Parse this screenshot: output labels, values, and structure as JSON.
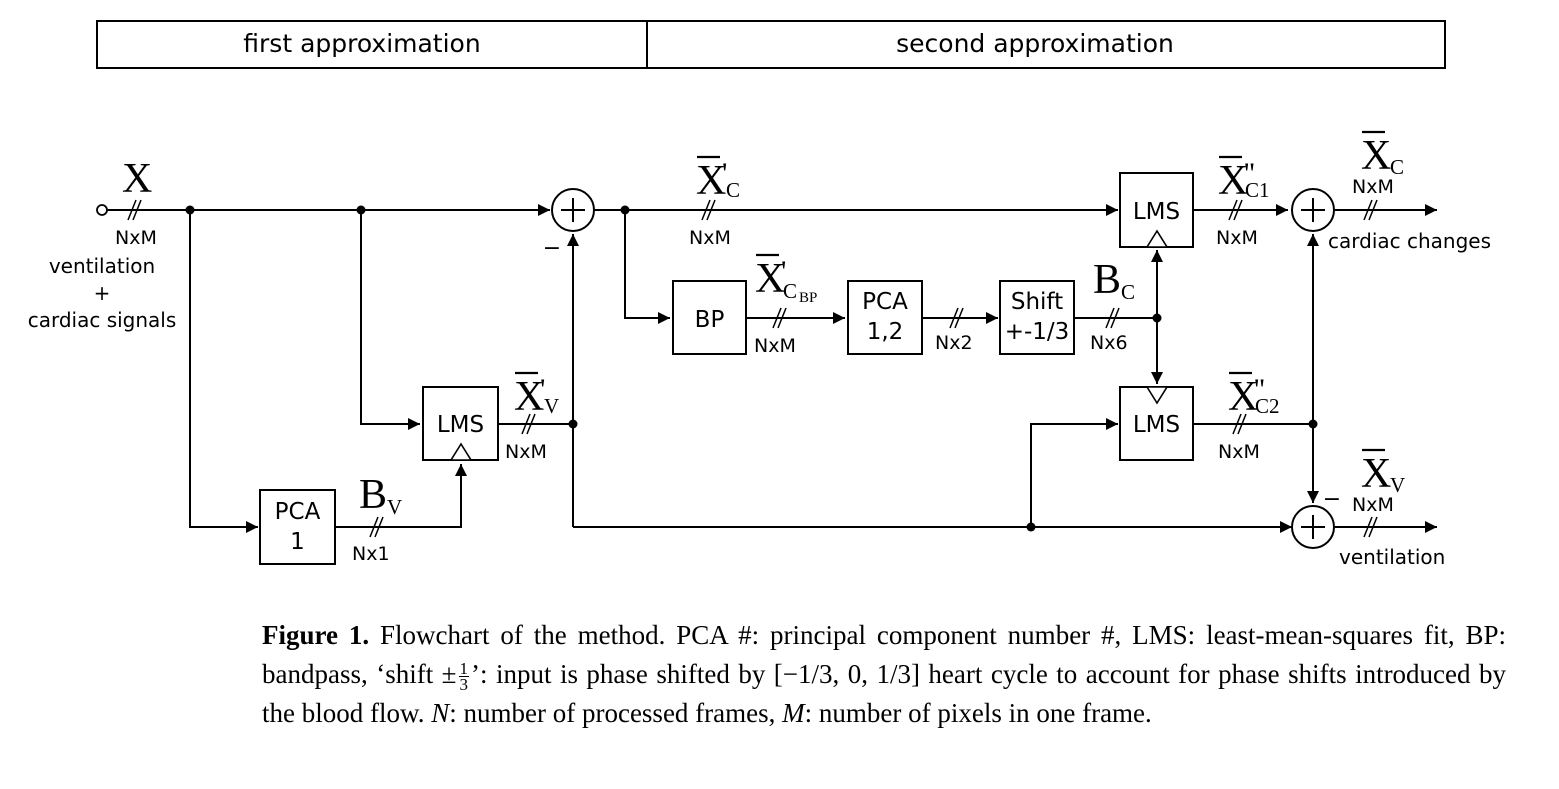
{
  "header": {
    "first": "first approximation",
    "second": "second approximation"
  },
  "signals": {
    "X": "X",
    "Xc_prime": "X",
    "Xc_prime_sup": "'",
    "Xc_prime_sub": "C",
    "Xc_bp": "X",
    "Xc_bp_sup": "'",
    "Xc_bp_sub": "C",
    "Xc_bp_subsub": "BP",
    "Bc": "B",
    "Bc_sub": "C",
    "Xv_prime": "X",
    "Xv_prime_sup": "'",
    "Xv_prime_sub": "V",
    "Bv": "B",
    "Bv_sub": "V",
    "Xc1": "X",
    "Xc1_sup": "''",
    "Xc1_sub": "C1",
    "Xc2": "X",
    "Xc2_sup": "''",
    "Xc2_sub": "C2",
    "Xc_out": "X",
    "Xc_out_sub": "C",
    "Xv_out": "X",
    "Xv_out_sub": "V"
  },
  "dims": {
    "input": "NxM",
    "xc_prime": "NxM",
    "bp_out": "NxM",
    "pca12_out": "Nx2",
    "shift_out": "Nx6",
    "lms_v_out": "NxM",
    "pca1_out": "Nx1",
    "lms_c1_out": "NxM",
    "lms_c2_out": "NxM",
    "xc_out": "NxM",
    "xv_out": "NxM"
  },
  "labels": {
    "input_line1": "ventilation",
    "input_line2": "+",
    "input_line3": "cardiac signals",
    "cardiac_changes": "cardiac changes",
    "ventilation": "ventilation",
    "minus": "−"
  },
  "blocks": {
    "bp": "BP",
    "pca12_l1": "PCA",
    "pca12_l2": "1,2",
    "shift_l1": "Shift",
    "shift_l2": "+-1/3",
    "lms_v": "LMS",
    "pca1_l1": "PCA",
    "pca1_l2": "1",
    "lms_c1": "LMS",
    "lms_c2": "LMS",
    "sum_symbol": "+"
  },
  "caption": {
    "label": "Figure 1.",
    "text1": " Flowchart of the method. PCA #: principal component number #, LMS: least-mean-squares fit, BP: bandpass, ‘shift ±",
    "frac_num": "1",
    "frac_den": "3",
    "text2": "’: input is phase shifted by [−1/3, 0, 1/3] heart cycle to account for phase shifts introduced by the blood flow. ",
    "n_sym": "N",
    "text3": ": number of processed frames, ",
    "m_sym": "M",
    "text4": ": number of pixels in one frame."
  }
}
